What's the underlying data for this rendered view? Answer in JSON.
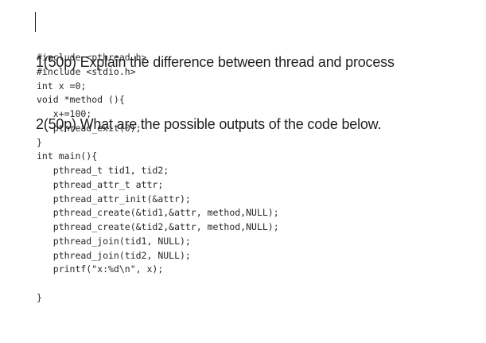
{
  "page": {
    "background": "#ffffff",
    "text_color": "#1f1f1f"
  },
  "questions": {
    "q1": "1(50p) Explain the difference between thread and process",
    "q2": "2(50p) What are the possible outputs of the code below."
  },
  "code": {
    "language": "c",
    "lines": [
      "#include <pthread.h>",
      "#include <stdio.h>",
      "int x =0;",
      "void *method (){",
      "   x+=100;",
      "   pthread_exit(0);",
      "}",
      "int main(){",
      "   pthread_t tid1, tid2;",
      "   pthread_attr_t attr;",
      "   pthread_attr_init(&attr);",
      "   pthread_create(&tid1,&attr, method,NULL);",
      "   pthread_create(&tid2,&attr, method,NULL);",
      "   pthread_join(tid1, NULL);",
      "   pthread_join(tid2, NULL);",
      "   printf(\"x:%d\\n\", x);",
      "",
      "}"
    ]
  }
}
